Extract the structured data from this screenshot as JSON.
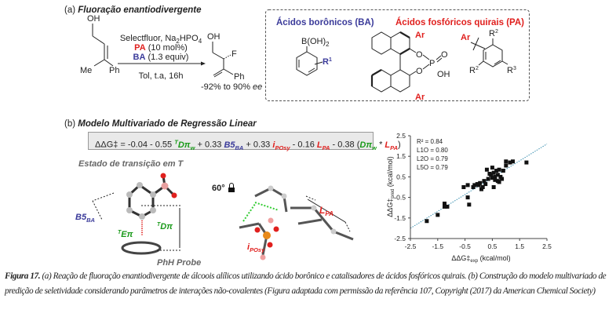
{
  "panel_a": {
    "label": "(a)",
    "title": "Fluoração enantiodivergente",
    "reactant": {
      "oh": "OH",
      "me": "Me",
      "ph": "Ph"
    },
    "conditions": {
      "line1_a": "Selectfluor, Na",
      "line1_sub": "2",
      "line1_b": "HPO",
      "line1_sub2": "4",
      "pa": "PA",
      "pa_amount": "(10 mol%)",
      "ba": "BA",
      "ba_amount": "(1.3 equiv)",
      "solvent": "Tol, t.a, 16h"
    },
    "product": {
      "oh": "OH",
      "f": "F",
      "ph": "Ph",
      "ee_range": "-92% to 90%",
      "ee": "ee"
    },
    "box": {
      "ba_title": "Ácidos borônicos (BA)",
      "pa_title": "Ácidos fosfóricos quirais (PA)",
      "boh2": "B(OH)",
      "boh2_sub": "2",
      "r1": "R",
      "r1_sup": "1",
      "ar": "Ar",
      "o": "O",
      "p": "P",
      "oh": "OH",
      "r2": "R",
      "r2_sup": "2",
      "r3": "R",
      "r3_sup": "3"
    }
  },
  "panel_b": {
    "label": "(b)",
    "title": "Modelo Multivariado de Regressão Linear",
    "equation": {
      "lhs": "ΔΔG‡ = -0.04 - 0.55 ",
      "t1_sup": "T",
      "t1": "Dπ",
      "t1_sub": "w",
      "plus1": " + 0.33 ",
      "t2": "B5",
      "t2_sub": "BA",
      "plus2": " + 0.33 ",
      "t3": "i",
      "t3_sub": "POsy",
      "minus3": " - 0.16 ",
      "t4": "L",
      "t4_sub": "PA",
      "minus4": " - 0.38 (",
      "t5": "Dπ",
      "t5_sub": "w",
      "star": " * ",
      "t6": "L",
      "t6_sub": "PA",
      "close": ")"
    },
    "ts_title": "Estado de transição em T",
    "labels": {
      "b5": "B5",
      "b5_sub": "BA",
      "te_sup": "T",
      "te": "Eπ",
      "td_sup": "T",
      "td": "Dπ",
      "probe": "PhH Probe",
      "angle": "60°",
      "ipo": "i",
      "ipo_sub": "POsy",
      "lpa": "L",
      "lpa_sub": "PA"
    }
  },
  "chart_data": {
    "type": "scatter",
    "xlabel": "ΔΔG‡exp (kcal/mol)",
    "ylabel": "ΔΔG‡pred (kcal/mol)",
    "xlabel_main": "ΔΔG‡",
    "xlabel_sub": "exp",
    "xlabel_unit": " (kcal/mol)",
    "ylabel_main": "ΔΔG‡",
    "ylabel_sub": "pred",
    "ylabel_unit": " (kcal/mol)",
    "xlim": [
      -2.5,
      2.5
    ],
    "ylim": [
      -2.5,
      2.5
    ],
    "xticks": [
      "-2.5",
      "-1.5",
      "-0.5",
      "0.5",
      "1.5",
      "2.5"
    ],
    "yticks": [
      "2.5",
      "1.5",
      "0.5",
      "-0.5",
      "-1.5",
      "-2.5"
    ],
    "stats": [
      "R² = 0.84",
      "L1O = 0.80",
      "L2O = 0.79",
      "L5O = 0.79"
    ],
    "trendline": {
      "slope": 0.82,
      "intercept": 0.05
    },
    "points": [
      [
        -1.9,
        -1.65
      ],
      [
        -1.5,
        -1.35
      ],
      [
        -1.25,
        -0.8
      ],
      [
        -1.25,
        -0.95
      ],
      [
        -1.15,
        -0.95
      ],
      [
        -0.55,
        0.0
      ],
      [
        -0.4,
        0.1
      ],
      [
        -0.4,
        -0.5
      ],
      [
        -0.35,
        -0.85
      ],
      [
        -0.2,
        0.0
      ],
      [
        -0.15,
        0.1
      ],
      [
        -0.05,
        0.15
      ],
      [
        0.0,
        0.1
      ],
      [
        0.05,
        0.2
      ],
      [
        0.1,
        -0.1
      ],
      [
        0.15,
        0.0
      ],
      [
        0.2,
        0.3
      ],
      [
        0.25,
        0.15
      ],
      [
        0.3,
        0.85
      ],
      [
        0.35,
        0.4
      ],
      [
        0.4,
        0.65
      ],
      [
        0.45,
        0.6
      ],
      [
        0.5,
        0.95
      ],
      [
        0.5,
        0.45
      ],
      [
        0.55,
        0.7
      ],
      [
        0.55,
        0.0
      ],
      [
        0.6,
        0.5
      ],
      [
        0.6,
        0.35
      ],
      [
        0.65,
        0.8
      ],
      [
        0.7,
        0.6
      ],
      [
        0.7,
        0.3
      ],
      [
        0.75,
        0.85
      ],
      [
        0.75,
        0.25
      ],
      [
        0.8,
        0.5
      ],
      [
        0.85,
        0.4
      ],
      [
        0.9,
        0.8
      ],
      [
        1.0,
        1.25
      ],
      [
        1.0,
        1.05
      ],
      [
        1.15,
        1.2
      ],
      [
        1.25,
        1.25
      ],
      [
        1.75,
        1.2
      ]
    ]
  },
  "caption": {
    "label": "Figura 17.",
    "text": " (a) Reação de fluoração enantiodivergente de álcoois alílicos utilizando ácido borônico e catalisadores de ácidos fosfóricos quirais. (b) Construção do modelo multivariado de predição de seletividade considerando parâmetros de interações não-covalentes (Figura adaptada com permissão da referência 107, Copyright (2017) da American Chemical Society)"
  },
  "colors": {
    "red": "#e0201e",
    "blue": "#3b3b9a",
    "green": "#1a9a1a",
    "trend": "#3a8fb0"
  }
}
